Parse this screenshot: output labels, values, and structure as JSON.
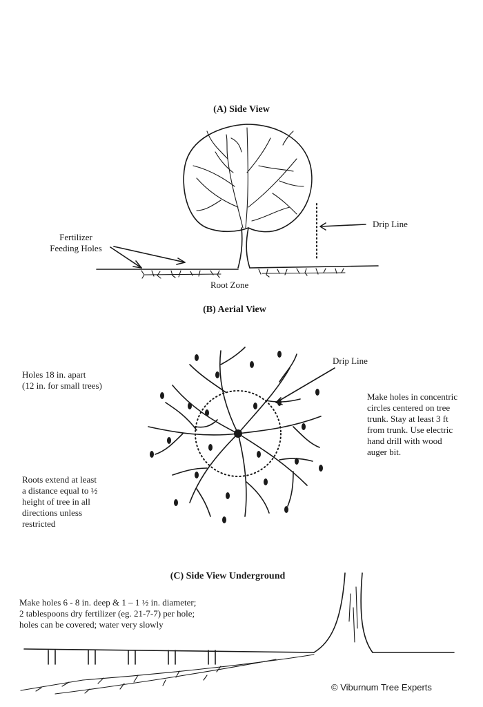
{
  "side_view": {
    "title": "(A) Side View",
    "fertilizer_label_1": "Fertilizer",
    "fertilizer_label_2": "Feeding Holes",
    "drip_line": "Drip Line",
    "root_zone": "Root Zone"
  },
  "aerial_view": {
    "title": "(B) Aerial View",
    "holes_1": "Holes 18 in. apart",
    "holes_2": "(12 in. for small trees)",
    "drip_line": "Drip Line",
    "instructions": [
      "Make holes in concentric",
      "circles centered on tree",
      "trunk. Stay at least 3  ft",
      "from trunk. Use electric",
      "hand drill with wood",
      "auger bit."
    ],
    "roots": [
      "Roots extend at least",
      "a distance equal to ½",
      "height of tree in all",
      "directions unless",
      "restricted"
    ]
  },
  "underground_view": {
    "title": "(C) Side View Underground",
    "notes": [
      "Make holes 6 - 8 in. deep & 1 – 1 ½ in. diameter;",
      "2 tablespoons dry fertilizer (eg. 21-7-7) per hole;",
      "holes can be covered; water very slowly"
    ]
  },
  "copyright": "© Viburnum Tree Experts"
}
